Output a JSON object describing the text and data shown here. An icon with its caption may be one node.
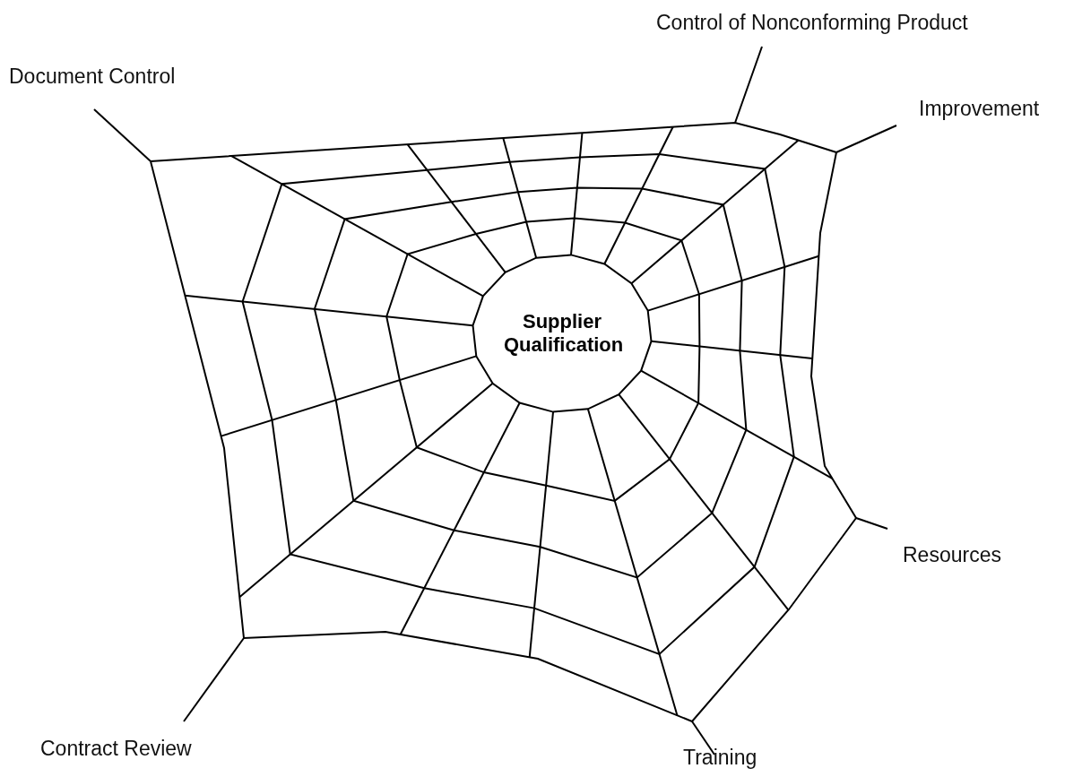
{
  "diagram": {
    "nodes": [
      {
        "text": [
          "Supplier Qualification"
        ]
      }
    ],
    "labels": [
      "Control of Nonconforming Product",
      "Document Control",
      "Improvement",
      "Resources",
      "Contract Review",
      "Training"
    ]
  }
}
